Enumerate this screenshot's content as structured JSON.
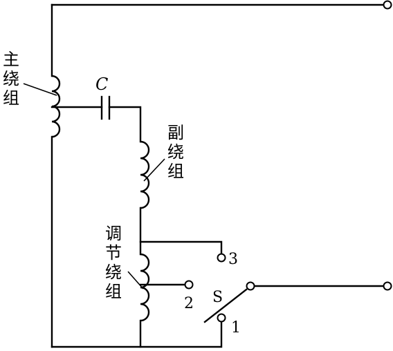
{
  "labels": {
    "main_winding": "主绕组",
    "capacitor": "C",
    "aux_winding": "副绕组",
    "adjust_winding": "调节绕组",
    "switch": "S",
    "tap_1": "1",
    "tap_2": "2",
    "tap_3": "3"
  },
  "colors": {
    "line": "#000000",
    "background": "#ffffff"
  }
}
